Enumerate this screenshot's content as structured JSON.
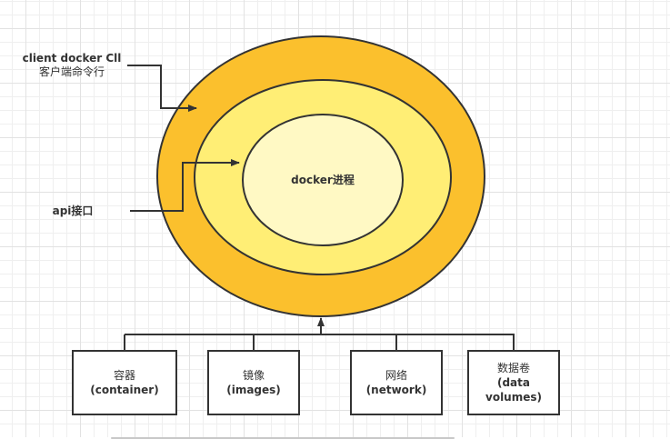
{
  "title": "Docker architecture diagram",
  "colors": {
    "outer_ring": "#FBC02D",
    "middle_ring": "#FFEE75",
    "inner_core": "#FFF9C4",
    "stroke": "#333333",
    "text": "#333333"
  },
  "rings": {
    "outer": {
      "label": "client docker Cll",
      "sublabel": "客户端命令行"
    },
    "middle": {
      "label": "api接口"
    },
    "inner": {
      "label": "docker进程"
    }
  },
  "components": [
    {
      "name": "容器",
      "en": "(container)"
    },
    {
      "name": "镜像",
      "en": "(images)"
    },
    {
      "name": "网络",
      "en": "(network)"
    },
    {
      "name": "数据卷",
      "en": "(data",
      "en2": "volumes)"
    }
  ]
}
